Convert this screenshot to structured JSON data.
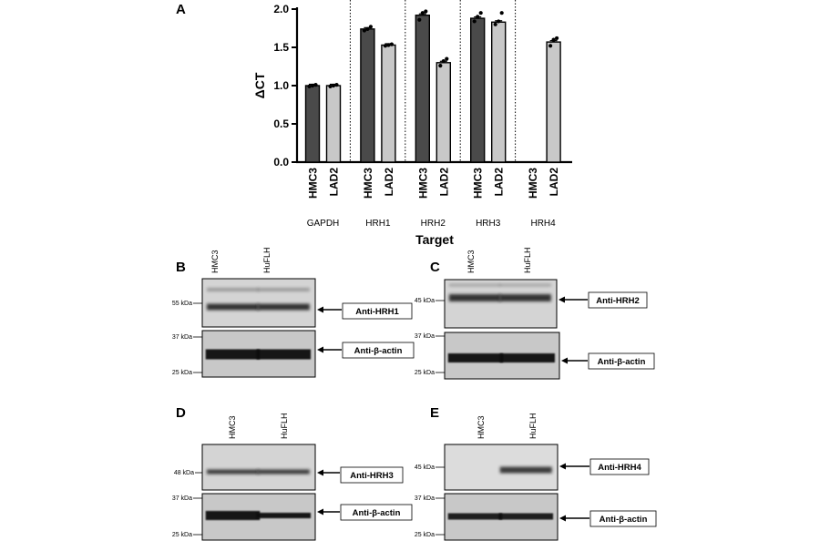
{
  "panels": {
    "A": "A",
    "B": "B",
    "C": "C",
    "D": "D",
    "E": "E"
  },
  "chart_data": {
    "type": "bar",
    "ylabel": "ΔCT",
    "xlabel": "Target",
    "ylim": [
      0,
      2.0
    ],
    "yticks": [
      "0.0",
      "0.5",
      "1.0",
      "1.5",
      "2.0"
    ],
    "groups": [
      {
        "target": "GAPDH",
        "bars": [
          {
            "sample": "HMC3",
            "value": 1.0,
            "points": [
              0.99,
              1.0,
              1.01
            ]
          },
          {
            "sample": "LAD2",
            "value": 1.0,
            "points": [
              0.99,
              1.0,
              1.01
            ]
          }
        ]
      },
      {
        "target": "HRH1",
        "bars": [
          {
            "sample": "HMC3",
            "value": 1.74,
            "points": [
              1.72,
              1.74,
              1.77
            ]
          },
          {
            "sample": "LAD2",
            "value": 1.53,
            "points": [
              1.52,
              1.53,
              1.54
            ]
          }
        ]
      },
      {
        "target": "HRH2",
        "bars": [
          {
            "sample": "HMC3",
            "value": 1.92,
            "points": [
              1.86,
              1.95,
              1.97
            ]
          },
          {
            "sample": "LAD2",
            "value": 1.3,
            "points": [
              1.26,
              1.32,
              1.35
            ]
          }
        ]
      },
      {
        "target": "HRH3",
        "bars": [
          {
            "sample": "HMC3",
            "value": 1.88,
            "points": [
              1.84,
              1.9,
              1.95
            ]
          },
          {
            "sample": "LAD2",
            "value": 1.83,
            "points": [
              1.8,
              1.84,
              1.95
            ]
          }
        ]
      },
      {
        "target": "HRH4",
        "bars": [
          {
            "sample": "HMC3",
            "value": 0.0,
            "points": []
          },
          {
            "sample": "LAD2",
            "value": 1.57,
            "points": [
              1.52,
              1.6,
              1.62
            ]
          }
        ]
      }
    ],
    "colors": {
      "HMC3": "#4a4a4a",
      "LAD2": "#c8c8c8"
    },
    "grid": false
  },
  "blots": [
    {
      "id": "B",
      "lanes": [
        "HMC3",
        "HuFLH"
      ],
      "top": {
        "marker": "55 kDa",
        "antibody": "Anti-HRH1"
      },
      "bottom": {
        "markers": [
          "37 kDa",
          "25 kDa"
        ],
        "antibody": "Anti-β-actin"
      }
    },
    {
      "id": "C",
      "lanes": [
        "HMC3",
        "HuFLH"
      ],
      "top": {
        "marker": "45 kDa",
        "antibody": "Anti-HRH2"
      },
      "bottom": {
        "markers": [
          "37 kDa",
          "25 kDa"
        ],
        "antibody": "Anti-β-actin"
      }
    },
    {
      "id": "D",
      "lanes": [
        "HMC3",
        "HuFLH"
      ],
      "top": {
        "marker": "48 kDa",
        "antibody": "Anti-HRH3"
      },
      "bottom": {
        "markers": [
          "37 kDa",
          "25 kDa"
        ],
        "antibody": "Anti-β-actin"
      }
    },
    {
      "id": "E",
      "lanes": [
        "HMC3",
        "HuFLH"
      ],
      "top": {
        "marker": "45 kDa",
        "antibody": "Anti-HRH4"
      },
      "bottom": {
        "markers": [
          "37 kDa",
          "25 kDa"
        ],
        "antibody": "Anti-β-actin"
      }
    }
  ]
}
